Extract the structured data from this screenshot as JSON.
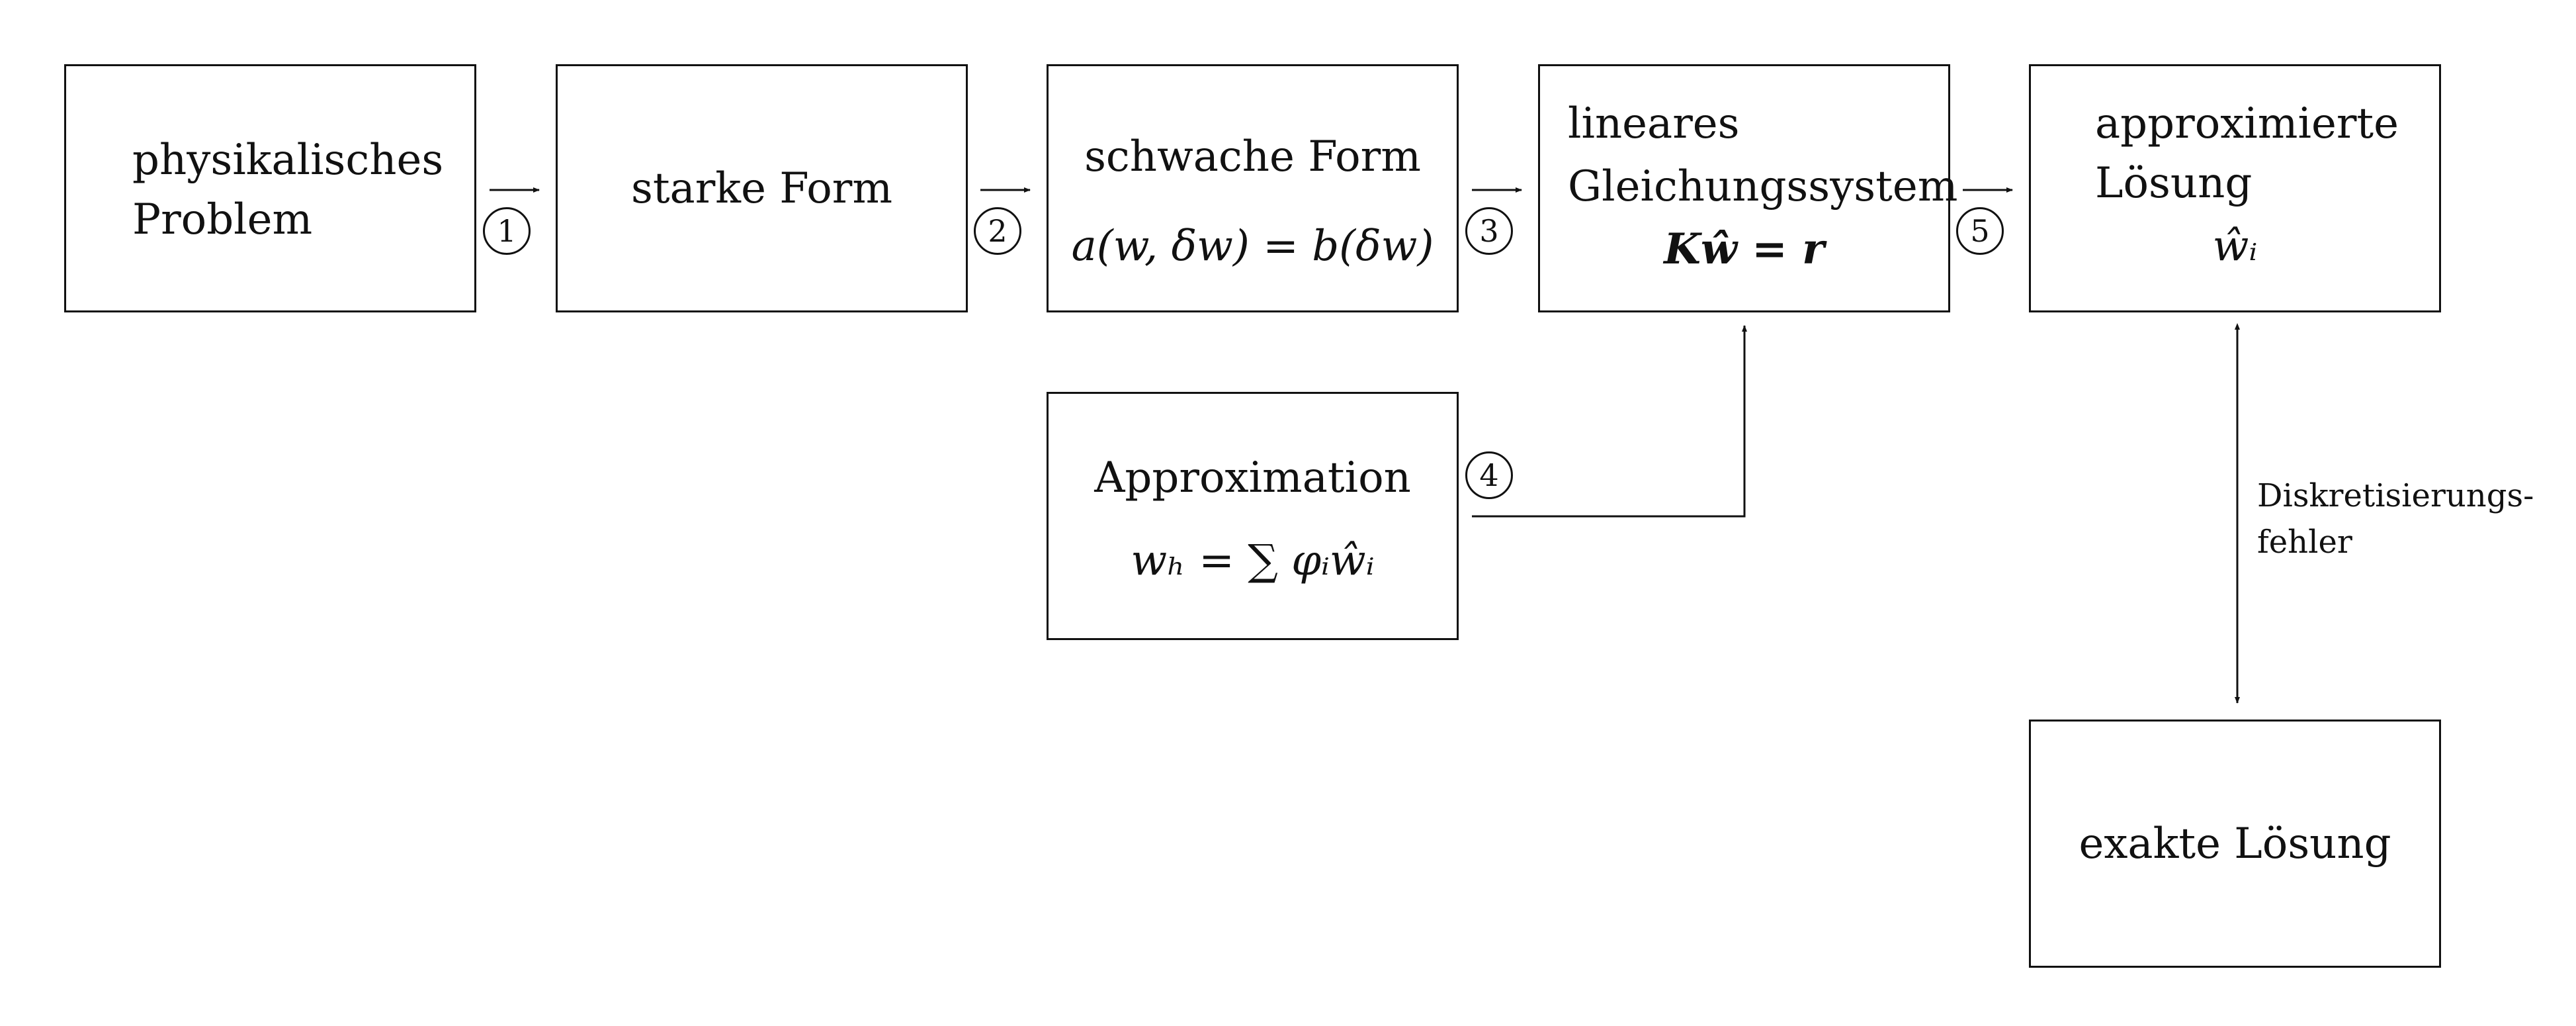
{
  "boxes": {
    "physical": {
      "line1": "physikalisches",
      "line2": "Problem"
    },
    "strong": {
      "label": "starke Form"
    },
    "weak": {
      "label": "schwache Form",
      "formula": "a(w, δw) = b(δw)"
    },
    "linear": {
      "line1": "lineares",
      "line2": "Gleichungssystem",
      "formula": "Kŵ = r"
    },
    "approx_solution": {
      "line1": "approximierte",
      "line2": "Lösung",
      "formula": "ŵᵢ"
    },
    "approximation": {
      "label": "Approximation",
      "formula": "wₕ = ∑ φᵢŵᵢ"
    },
    "exact": {
      "label": "exakte Lösung"
    }
  },
  "steps": [
    "1",
    "2",
    "3",
    "4",
    "5"
  ],
  "error_label": {
    "line1": "Diskretisierungs-",
    "line2": "fehler"
  }
}
